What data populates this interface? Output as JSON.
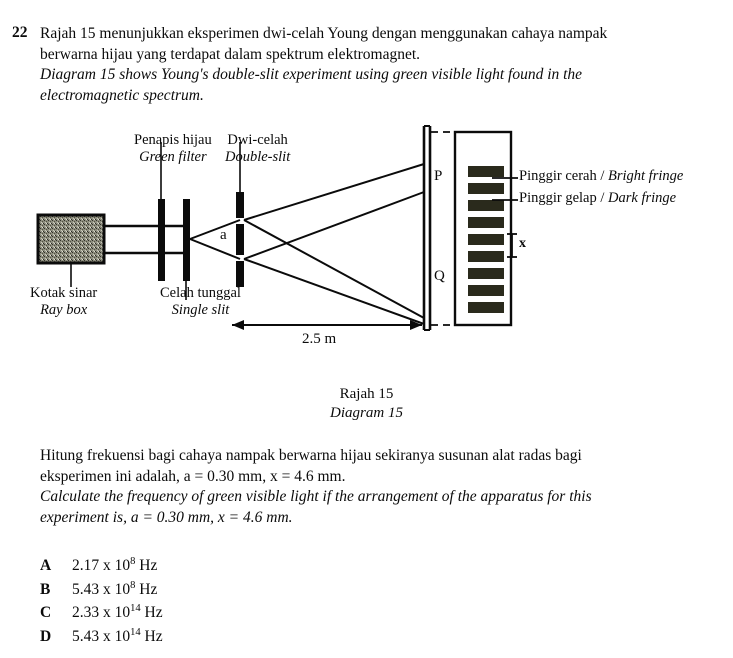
{
  "question": {
    "number": "22",
    "stem_ms_1": "Rajah 15 menunjukkan eksperimen dwi-celah Young dengan menggunakan cahaya nampak",
    "stem_ms_2": "berwarna hijau yang terdapat dalam spektrum elektromagnet.",
    "stem_en_1": "Diagram 15 shows Young's double-slit experiment using green visible light found in the",
    "stem_en_2": "electromagnetic spectrum.",
    "tail_ms_1": "Hitung frekuensi bagi cahaya nampak berwarna hijau sekiranya susunan alat radas bagi",
    "tail_ms_2": "eksperimen ini adalah, a = 0.30 mm, x = 4.6 mm.",
    "tail_en_1": "Calculate the frequency of green visible light if the arrangement of the apparatus for this",
    "tail_en_2": "experiment is, a = 0.30 mm, x = 4.6 mm."
  },
  "diagram": {
    "caption_ms": "Rajah 15",
    "caption_en": "Diagram 15",
    "labels": {
      "ray_box_ms": "Kotak sinar",
      "ray_box_en": "Ray box",
      "green_filter_ms": "Penapis hijau",
      "green_filter_en": "Green filter",
      "single_slit_ms": "Celah tunggal",
      "single_slit_en": "Single slit",
      "double_slit_ms": "Dwi-celah",
      "double_slit_en": "Double-slit",
      "bright_fringe": "Pinggir cerah / Bright fringe",
      "bright_fringe_ms": "Pinggir cerah",
      "bright_fringe_en": "Bright fringe",
      "dark_fringe_ms": "Pinggir gelap",
      "dark_fringe_en": "Dark fringe",
      "slit_separation": "a",
      "fringe_separation": "x",
      "point_p": "P",
      "point_q": "Q",
      "screen_distance": "2.5 m"
    },
    "fringe_count": 9
  },
  "options": [
    {
      "key": "A",
      "mantissa": "2.17 x 10",
      "exponent": "8",
      "unit": " Hz"
    },
    {
      "key": "B",
      "mantissa": "5.43 x 10",
      "exponent": "8",
      "unit": " Hz"
    },
    {
      "key": "C",
      "mantissa": "2.33 x 10",
      "exponent": "14",
      "unit": " Hz"
    },
    {
      "key": "D",
      "mantissa": "5.43 x 10",
      "exponent": "14",
      "unit": " Hz"
    }
  ],
  "colors": {
    "ink": "#0b0b0b",
    "paper": "#ffffff",
    "ray_box_fill": "#8d8d7e"
  }
}
